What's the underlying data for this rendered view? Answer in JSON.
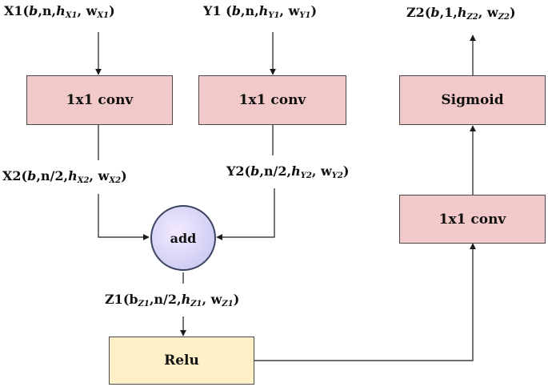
{
  "inputs": {
    "x1": {
      "prefix": "X1(",
      "b": "b",
      "n": ",n,",
      "h": "h",
      "h_sub": "X1",
      "w": ", w",
      "w_sub": "X1",
      "close": ")"
    },
    "y1": {
      "prefix": "Y1 (",
      "b": "b",
      "n": ",n,",
      "h": "h",
      "h_sub": "Y1",
      "w": ", w",
      "w_sub": "Y1",
      "close": ")"
    }
  },
  "intermediate": {
    "x2": {
      "prefix": "X2(",
      "b": "b",
      "n": ",n/2,",
      "h": "h",
      "h_sub": "X2",
      "w": ", w",
      "w_sub": "X2",
      "close": ")"
    },
    "y2": {
      "prefix": "Y2(",
      "b": "b",
      "n": ",n/2,",
      "h": "h",
      "h_sub": "Y2",
      "w": ", w",
      "w_sub": "Y2",
      "close": ")"
    },
    "z1": {
      "prefix": "Z1(b",
      "b_sub": "Z1",
      "n": ",n/2,",
      "h": "h",
      "h_sub": "Z1",
      "w": ", w",
      "w_sub": "Z1",
      "close": ")"
    }
  },
  "output": {
    "z2": {
      "prefix": "Z2(",
      "b": "b",
      "n": ",1,",
      "h": "h",
      "h_sub": "Z2",
      "w": ", w",
      "w_sub": "Z2",
      "close": ")"
    }
  },
  "blocks": {
    "conv_x": "1x1 conv",
    "conv_y": "1x1 conv",
    "add": "add",
    "relu": "Relu",
    "conv_out": "1x1 conv",
    "sigmoid": "Sigmoid"
  },
  "colors": {
    "conv_fill": "#f2c9c9",
    "relu_fill": "#fff0c8",
    "add_fill": "#d8d4f6",
    "line": "#1a1a1a"
  }
}
